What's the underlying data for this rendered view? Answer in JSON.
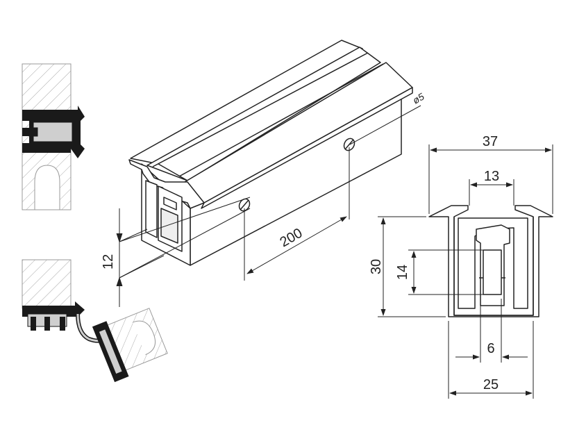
{
  "diagram": {
    "colors": {
      "line": "#222222",
      "profile_fill": "#ffffff",
      "hatch": "#999999",
      "rubber_dark": "#1a1a1a",
      "rubber_light": "#cfcfcf"
    },
    "dimensions": {
      "hole_diameter": "ø5",
      "hole_spacing": "200",
      "height_small": "12",
      "top_width": "37",
      "top_inner": "13",
      "total_height": "30",
      "inner_height": "14",
      "slot_width": "6",
      "base_width": "25"
    }
  }
}
